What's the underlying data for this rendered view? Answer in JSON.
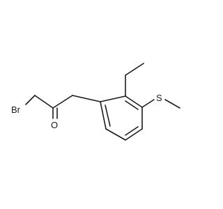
{
  "molecule": {
    "atoms": {
      "bromine": "Br",
      "oxygen": "O",
      "sulfur": "S"
    },
    "colors": {
      "ink": "#1a1a1a",
      "background": "#ffffff"
    }
  }
}
